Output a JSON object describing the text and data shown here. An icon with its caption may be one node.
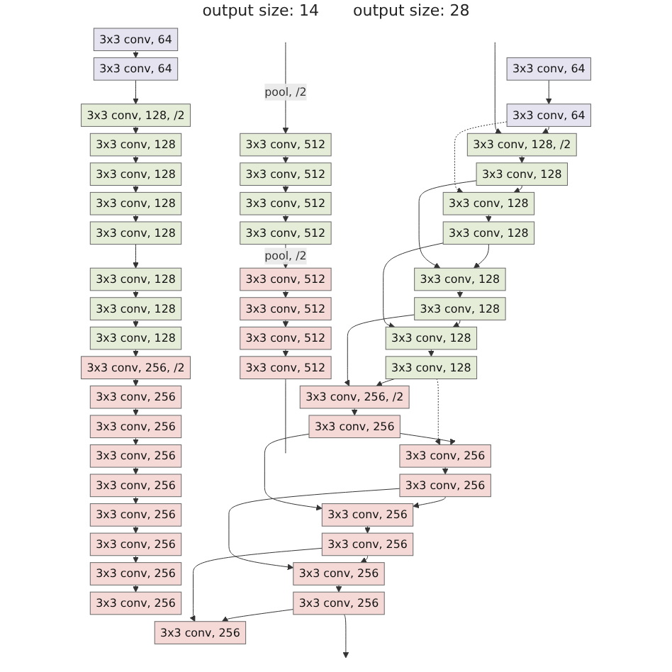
{
  "diagram": {
    "nodes": [
      {
        "text": [
          "3x3 conv, 512"
        ]
      },
      {
        "text": [
          "3x3 conv, 512"
        ]
      },
      {
        "text": [
          "3x3 conv, 512"
        ]
      },
      {
        "text": [
          "3x3 conv, 512"
        ]
      },
      {
        "text": [
          "3x3 conv, 512"
        ]
      },
      {
        "text": [
          "3x3 conv, 512"
        ]
      },
      {
        "text": [
          "3x3 conv, 512"
        ]
      },
      {
        "text": [
          "3x3 conv, 512"
        ]
      },
      {
        "text": [
          "3x3 conv, 256"
        ]
      },
      {
        "text": [
          "3x3 conv, 256"
        ]
      },
      {
        "text": [
          "3x3 conv, 256"
        ]
      },
      {
        "text": [
          "3x3 conv, 256"
        ]
      },
      {
        "text": [
          "3x3 conv, 256"
        ]
      },
      {
        "text": [
          "3x3 conv, 256"
        ]
      },
      {
        "text": [
          "3x3 conv, 256"
        ]
      },
      {
        "text": [
          "3x3 conv, 256"
        ]
      },
      {
        "text": [
          "3x3 conv, 256, /2"
        ]
      },
      {
        "text": [
          "3x3 conv, 128"
        ]
      },
      {
        "text": [
          "3x3 conv, 128"
        ]
      },
      {
        "text": [
          "3x3 conv, 128"
        ]
      },
      {
        "text": [
          "3x3 conv, 128"
        ]
      },
      {
        "text": [
          "3x3 conv, 128"
        ]
      },
      {
        "text": [
          "3x3 conv, 128"
        ]
      },
      {
        "text": [
          "3x3 conv, 128"
        ]
      },
      {
        "text": [
          "3x3 conv, 128, /2"
        ]
      },
      {
        "text": [
          "3x3 conv, 64"
        ]
      },
      {
        "text": [
          "3x3 conv, 64"
        ]
      },
      {
        "text": [
          "3x3 conv, 256"
        ]
      },
      {
        "text": [
          "3x3 conv, 256"
        ]
      },
      {
        "text": [
          "3x3 conv, 256"
        ]
      },
      {
        "text": [
          "3x3 conv, 256"
        ]
      },
      {
        "text": [
          "3x3 conv, 256"
        ]
      },
      {
        "text": [
          "3x3 conv, 256"
        ]
      },
      {
        "text": [
          "3x3 conv, 256"
        ]
      },
      {
        "text": [
          "3x3 conv, 256"
        ]
      },
      {
        "text": [
          "3x3 conv, 256, /2"
        ]
      },
      {
        "text": [
          "3x3 conv, 128"
        ]
      },
      {
        "text": [
          "3x3 conv, 128"
        ]
      },
      {
        "text": [
          "3x3 conv, 128"
        ]
      },
      {
        "text": [
          "3x3 conv, 128"
        ]
      },
      {
        "text": [
          "3x3 conv, 128"
        ]
      },
      {
        "text": [
          "3x3 conv, 128"
        ]
      },
      {
        "text": [
          "3x3 conv, 128"
        ]
      },
      {
        "text": [
          "3x3 conv, 128, /2"
        ]
      },
      {
        "text": [
          "3x3 conv, 64"
        ]
      },
      {
        "text": [
          "3x3 conv, 64"
        ]
      }
    ],
    "edges": [
      {
        "from": null,
        "to": 7,
        "arrow": "to",
        "label": "pool, /2"
      },
      {
        "from": 7,
        "to": 6,
        "arrow": "to"
      },
      {
        "from": 6,
        "to": 5,
        "arrow": "to"
      },
      {
        "from": 5,
        "to": 4,
        "arrow": "to"
      },
      {
        "from": 4,
        "to": 3,
        "arrow": "to",
        "label": "pool, /2"
      },
      {
        "from": 3,
        "to": 2,
        "arrow": "to"
      },
      {
        "from": 2,
        "to": 1,
        "arrow": "to"
      },
      {
        "from": 1,
        "to": 0,
        "arrow": "to"
      },
      {
        "from": 0,
        "to": null,
        "arrow": "none"
      },
      {
        "from": 26,
        "to": 25,
        "arrow": "to"
      },
      {
        "from": 25,
        "to": 24,
        "arrow": "to"
      },
      {
        "from": 24,
        "to": 23,
        "arrow": "to"
      },
      {
        "from": 23,
        "to": 22,
        "arrow": "to"
      },
      {
        "from": 22,
        "to": 21,
        "arrow": "to"
      },
      {
        "from": 21,
        "to": 20,
        "arrow": "to"
      },
      {
        "from": 20,
        "to": 19,
        "arrow": "to"
      },
      {
        "from": 19,
        "to": 18,
        "arrow": "to"
      },
      {
        "from": 18,
        "to": 17,
        "arrow": "to"
      },
      {
        "from": 17,
        "to": 16,
        "arrow": "to"
      },
      {
        "from": 16,
        "to": 15,
        "arrow": "to"
      },
      {
        "from": 15,
        "to": 14,
        "arrow": "to"
      },
      {
        "from": 14,
        "to": 13,
        "arrow": "to"
      },
      {
        "from": 13,
        "to": 12,
        "arrow": "to"
      },
      {
        "from": 12,
        "to": 11,
        "arrow": "to"
      },
      {
        "from": 11,
        "to": 10,
        "arrow": "to"
      },
      {
        "from": 10,
        "to": 9,
        "arrow": "to"
      },
      {
        "from": 9,
        "to": 8,
        "arrow": "to"
      },
      {
        "from": 45,
        "to": 44,
        "arrow": "to"
      },
      {
        "from": 44,
        "to": 43,
        "arrow": "to"
      },
      {
        "from": 43,
        "to": 42,
        "arrow": "to"
      },
      {
        "from": 42,
        "to": 41,
        "arrow": "to"
      },
      {
        "from": 41,
        "to": 40,
        "arrow": "to"
      },
      {
        "from": 40,
        "to": 39,
        "arrow": "to"
      },
      {
        "from": 39,
        "to": 38,
        "arrow": "to"
      },
      {
        "from": 38,
        "to": 37,
        "arrow": "to"
      },
      {
        "from": 37,
        "to": 36,
        "arrow": "to"
      },
      {
        "from": 36,
        "to": 35,
        "arrow": "to"
      },
      {
        "from": 35,
        "to": 34,
        "arrow": "to"
      },
      {
        "from": 34,
        "to": 33,
        "arrow": "to"
      },
      {
        "from": 33,
        "to": 32,
        "arrow": "to"
      },
      {
        "from": 32,
        "to": 31,
        "arrow": "to"
      },
      {
        "from": 31,
        "to": 30,
        "arrow": "to"
      },
      {
        "from": 30,
        "to": 29,
        "arrow": "to"
      },
      {
        "from": 29,
        "to": 28,
        "arrow": "to"
      },
      {
        "from": 28,
        "to": 27,
        "arrow": "to"
      },
      {
        "from": null,
        "to": 43,
        "arrow": "to"
      },
      {
        "from": 44,
        "to": 41,
        "arrow": "to",
        "style": "dashed"
      },
      {
        "from": 42,
        "to": 39,
        "arrow": "to"
      },
      {
        "from": 40,
        "to": 37,
        "arrow": "to"
      },
      {
        "from": 38,
        "to": 35,
        "arrow": "to"
      },
      {
        "from": 36,
        "to": 33,
        "arrow": "to",
        "style": "dashed"
      },
      {
        "from": 34,
        "to": 31,
        "arrow": "to"
      },
      {
        "from": 32,
        "to": 29,
        "arrow": "to"
      },
      {
        "from": 30,
        "to": 27,
        "arrow": "to"
      },
      {
        "from": 28,
        "to": null,
        "arrow": "to"
      }
    ],
    "labels": [
      "output size: 14",
      "output size: 28"
    ]
  }
}
